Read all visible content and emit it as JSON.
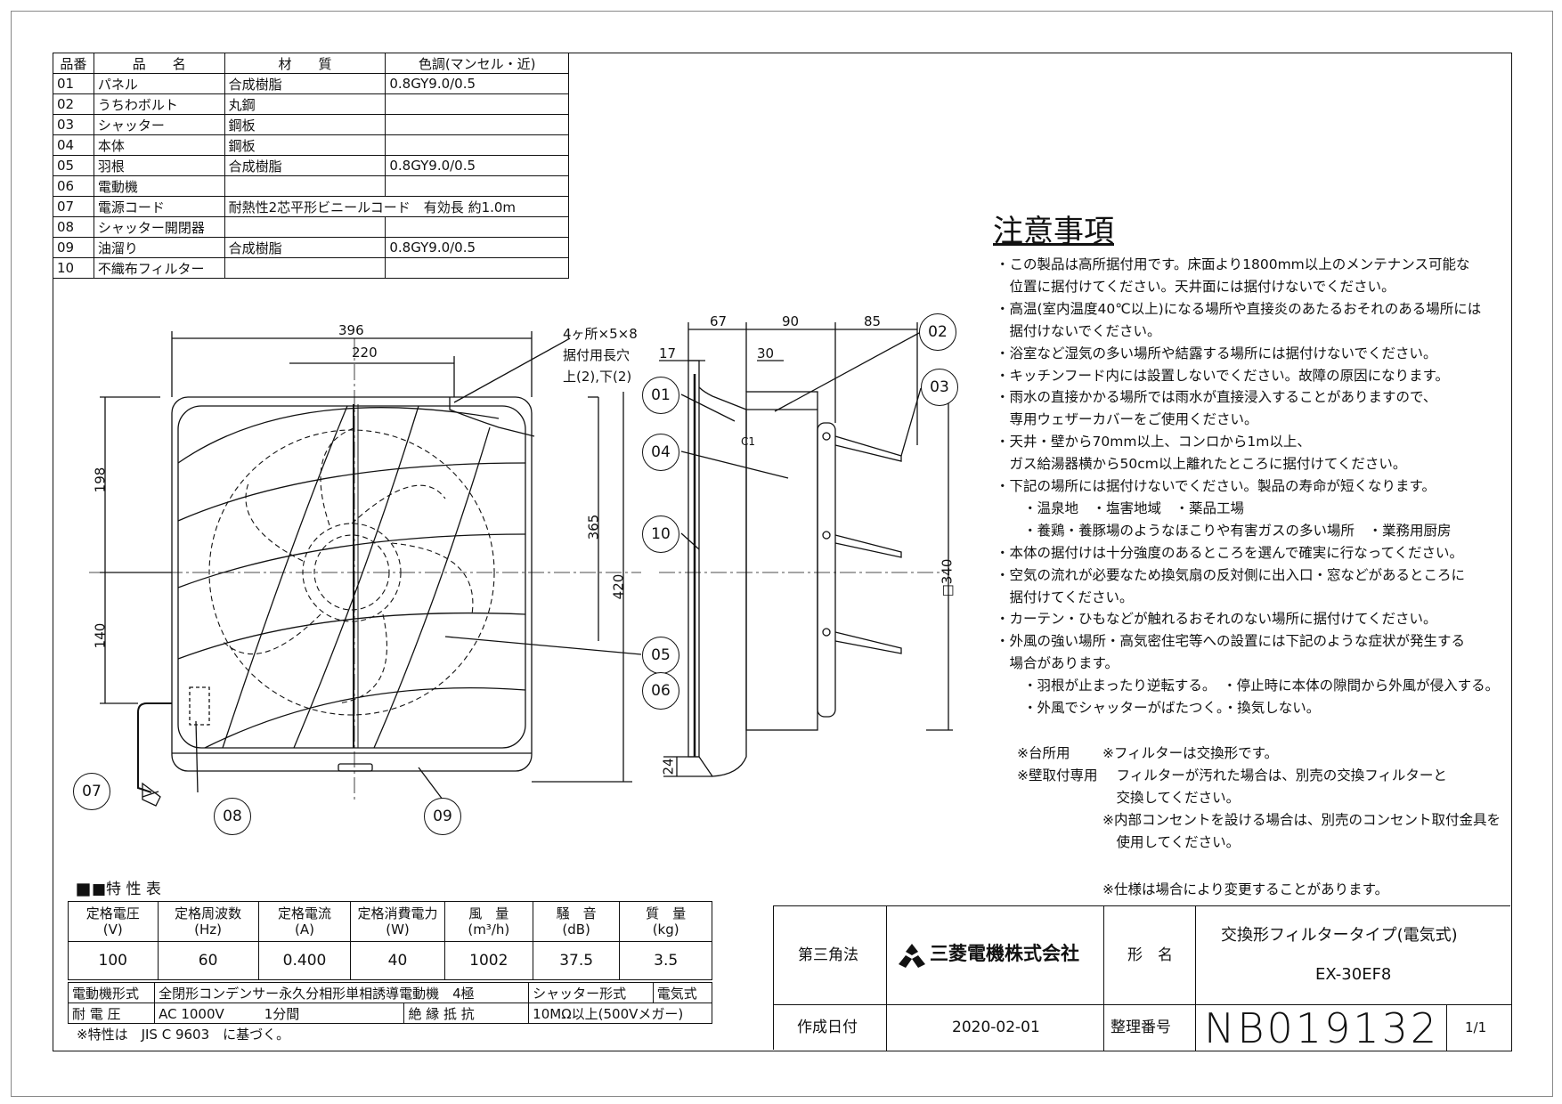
{
  "parts_table": {
    "headers": [
      "品番",
      "品　　名",
      "材　　質",
      "色調(マンセル・近)"
    ],
    "rows": [
      [
        "01",
        "パネル",
        "合成樹脂",
        "0.8GY9.0/0.5"
      ],
      [
        "02",
        "うちわボルト",
        "丸鋼",
        ""
      ],
      [
        "03",
        "シャッター",
        "鋼板",
        ""
      ],
      [
        "04",
        "本体",
        "鋼板",
        ""
      ],
      [
        "05",
        "羽根",
        "合成樹脂",
        "0.8GY9.0/0.5"
      ],
      [
        "06",
        "電動機",
        "",
        ""
      ],
      [
        "07",
        "電源コード",
        "耐熱性2芯平形ビニールコード　有効長 約1.0m",
        ""
      ],
      [
        "08",
        "シャッター開閉器",
        "",
        ""
      ],
      [
        "09",
        "油溜り",
        "合成樹脂",
        "0.8GY9.0/0.5"
      ],
      [
        "10",
        "不織布フィルター",
        "",
        ""
      ]
    ]
  },
  "dimensions": {
    "front_width": "396",
    "front_220": "220",
    "front_198": "198",
    "front_140": "140",
    "front_365": "365",
    "front_420": "420",
    "slot_note_1": "4ヶ所×5×8",
    "slot_note_2": "据付用長穴",
    "slot_note_3": "上(2),下(2)",
    "side_67": "67",
    "side_90": "90",
    "side_85": "85",
    "side_17": "17",
    "side_30": "30",
    "side_340": "□340",
    "side_24": "24",
    "side_c1": "C1"
  },
  "callouts": [
    "01",
    "02",
    "03",
    "04",
    "05",
    "06",
    "07",
    "08",
    "09",
    "10"
  ],
  "notes": {
    "title": "注意事項",
    "lines": [
      "・この製品は高所据付用です。床面より1800mm以上のメンテナンス可能な",
      "　位置に据付けてください。天井面には据付けないでください。",
      "・高温(室内温度40℃以上)になる場所や直接炎のあたるおそれのある場所には",
      "　据付けないでください。",
      "・浴室など湿気の多い場所や結露する場所には据付けないでください。",
      "・キッチンフード内には設置しないでください。故障の原因になります。",
      "・雨水の直接かかる場所では雨水が直接浸入することがありますので、",
      "　専用ウェザーカバーをご使用ください。",
      "・天井・壁から70mm以上、コンロから1m以上、",
      "　ガス給湯器横から50cm以上離れたところに据付けてください。",
      "・下記の場所には据付けないでください。製品の寿命が短くなります。",
      "　　・温泉地　・塩害地域　・薬品工場",
      "　　・養鶏・養豚場のようなほこりや有害ガスの多い場所　・業務用厨房",
      "・本体の据付けは十分強度のあるところを選んで確実に行なってください。",
      "・空気の流れが必要なため換気扇の反対側に出入口・窓などがあるところに",
      "　据付けてください。",
      "・カーテン・ひもなどが触れるおそれのない場所に据付けてください。",
      "・外風の強い場所・高気密住宅等への設置には下記のような症状が発生する",
      "　場合があります。",
      "　　・羽根が止まったり逆転する。　・停止時に本体の隙間から外風が侵入する。",
      "　　・外風でシャッターがばたつく。・換気しない。"
    ],
    "extra_left": [
      "※台所用",
      "※壁取付専用"
    ],
    "extra_right": [
      "※フィルターは交換形です。",
      "　フィルターが汚れた場合は、別売の交換フィルターと",
      "　交換してください。",
      "※内部コンセントを設ける場合は、別売のコンセント取付金具を",
      "　使用してください。"
    ],
    "spec_change": "※仕様は場合により変更することがあります。"
  },
  "spec_table": {
    "title": "■特 性 表",
    "headers": [
      [
        "定格電圧",
        "(V)"
      ],
      [
        "定格周波数",
        "(Hz)"
      ],
      [
        "定格電流",
        "(A)"
      ],
      [
        "定格消費電力",
        "(W)"
      ],
      [
        "風　量",
        "(m³/h)"
      ],
      [
        "騒　音",
        "(dB)"
      ],
      [
        "質　量",
        "(kg)"
      ]
    ],
    "values": [
      "100",
      "60",
      "0.400",
      "40",
      "1002",
      "37.5",
      "3.5"
    ],
    "motor_label": "電動機形式",
    "motor_value": "全閉形コンデンサー永久分相形単相誘導電動機　4極",
    "shutter_label": "シャッター形式",
    "shutter_value": "電気式",
    "withstand_label": "耐 電 圧",
    "withstand_value": "AC 1000V　　　1分間",
    "insulation_label": "絶 縁 抵 抗",
    "insulation_value": "10MΩ以上(500Vメガー)",
    "jis_note": "※特性は　JIS C 9603　に基づく。"
  },
  "title_block": {
    "projection": "第三角法",
    "company": "三菱電機株式会社",
    "model_label": "形　名",
    "model_desc": "交換形フィルタータイプ(電気式)",
    "model_number": "EX-30EF8",
    "date_label": "作成日付",
    "date": "2020-02-01",
    "docno_label": "整理番号",
    "docno": "NB019132",
    "sheet": "1/1"
  }
}
